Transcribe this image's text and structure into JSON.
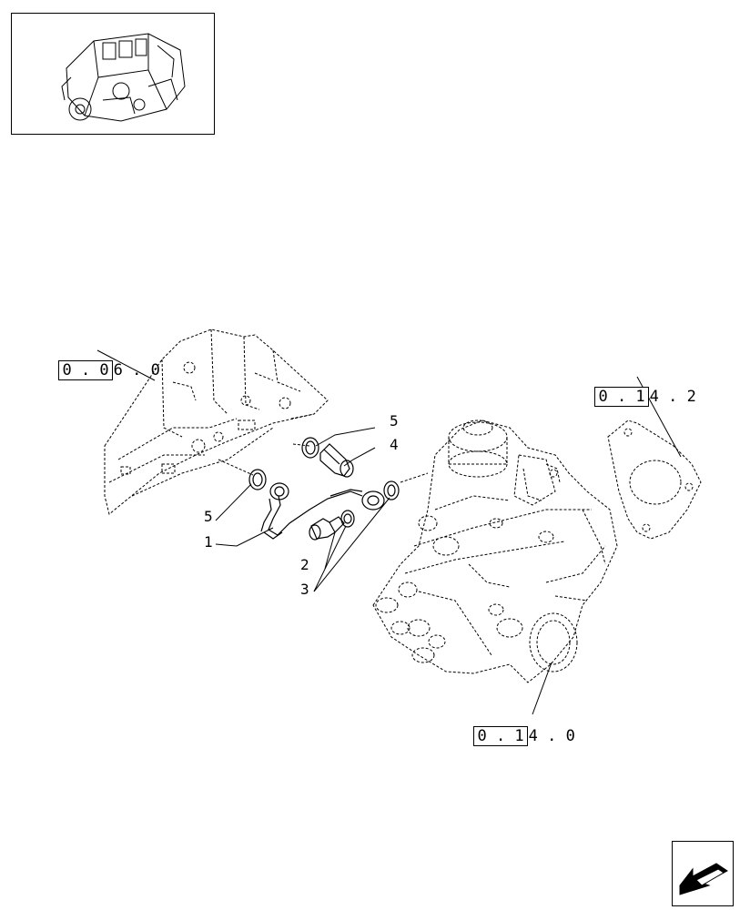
{
  "references": [
    {
      "id": "ref-006",
      "boxed": "0 . 0",
      "rest": "6 . 0"
    },
    {
      "id": "ref-0142",
      "boxed": "0 . 1",
      "rest": "4 . 2"
    },
    {
      "id": "ref-0140",
      "boxed": "0 . 1",
      "rest": "4 . 0"
    }
  ],
  "callouts": {
    "c5a": "5",
    "c4": "4",
    "c5b": "5",
    "c1": "1",
    "c2": "2",
    "c3": "3"
  },
  "icons": {
    "thumbnail": "engine-thumbnail-icon",
    "navigation": "next-page-arrow-icon"
  }
}
